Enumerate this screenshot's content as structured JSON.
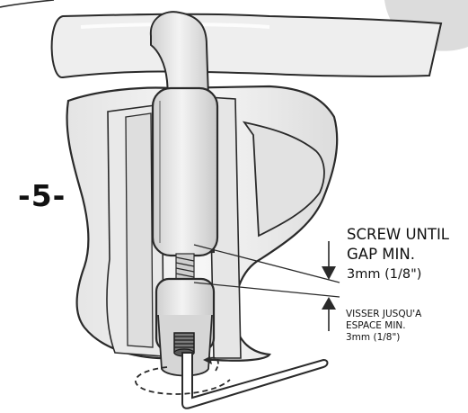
{
  "step": {
    "number": "-5-"
  },
  "instruction_en": {
    "line1": "SCREW UNTIL",
    "line2": "GAP MIN.",
    "line3": "3mm (1/8\")"
  },
  "instruction_fr": {
    "line1": "VISSER  JUSQU'A",
    "line2": "ESPACE MIN.",
    "line3": "3mm (1/8\")"
  },
  "colors": {
    "ink": "#111111",
    "outline": "#2a2a2a",
    "shade": "#d9d9d9",
    "light_shade": "#eeeeee",
    "background": "#ffffff"
  },
  "icons": {
    "tool": "allen-key-icon",
    "rotation": "rotation-arrow-icon",
    "gap_arrows": "gap-arrows-icon"
  }
}
